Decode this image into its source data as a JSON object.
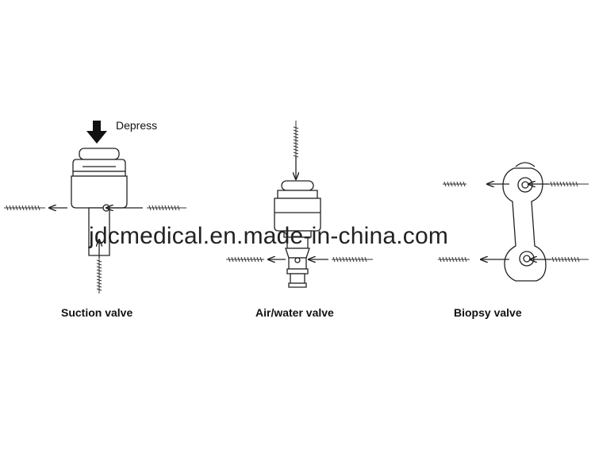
{
  "labels": {
    "depress": "Depress",
    "suction": "Suction valve",
    "airwater": "Air/water valve",
    "biopsy": "Biopsy valve"
  },
  "watermark": "jdcmedical.en.made-in-china.com",
  "colors": {
    "line": "#222222",
    "fill": "#ffffff",
    "brush": "#333333"
  }
}
